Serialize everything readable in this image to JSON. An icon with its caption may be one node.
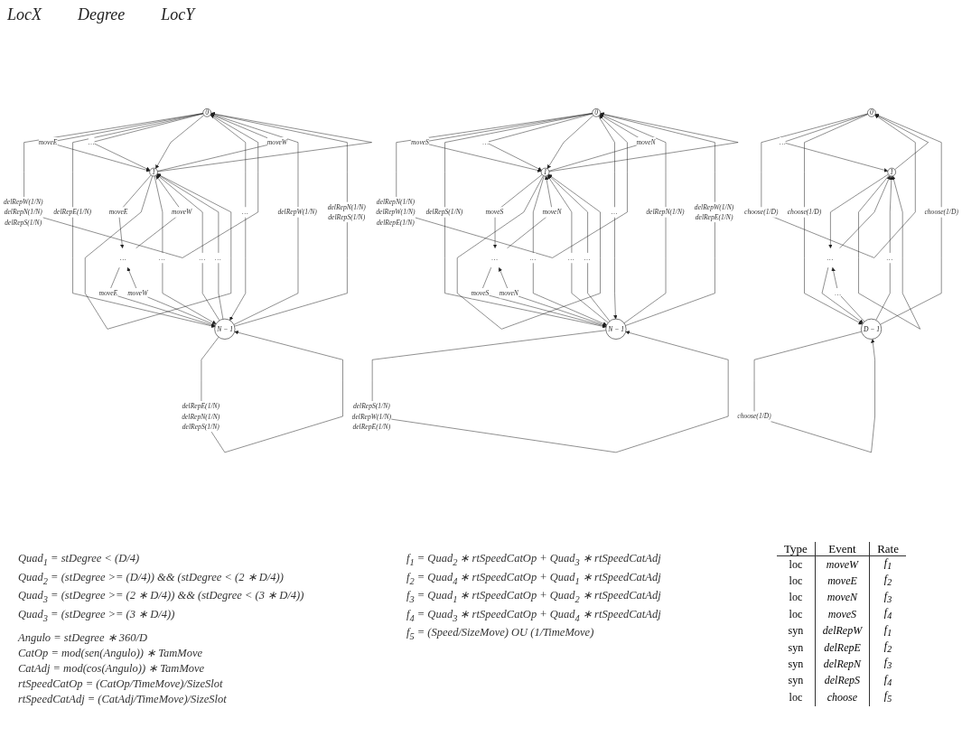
{
  "diagram": {
    "nodes": [
      {
        "text": [
          "0"
        ]
      },
      {
        "text": [
          "1"
        ]
      },
      {
        "text": [
          "…"
        ]
      },
      {
        "text": [
          "N − 1"
        ]
      },
      {
        "text": [
          "0"
        ]
      },
      {
        "text": [
          "1"
        ]
      },
      {
        "text": [
          "…"
        ]
      },
      {
        "text": [
          "N − 1"
        ]
      },
      {
        "text": [
          "0"
        ]
      },
      {
        "text": [
          "1"
        ]
      },
      {
        "text": [
          "…"
        ]
      },
      {
        "text": [
          "D − 1"
        ]
      }
    ],
    "edges": [
      {
        "from": 0,
        "to": 0,
        "arrow": "to",
        "label": "delRepW(1/N) delRepN(1/N) delRepS(1/N)"
      },
      {
        "from": 0,
        "to": 1,
        "arrow": "to",
        "label": "moveE"
      },
      {
        "from": 1,
        "to": 0,
        "arrow": "to",
        "label": "moveW"
      },
      {
        "from": 1,
        "to": 2,
        "arrow": "to",
        "label": "moveE"
      },
      {
        "from": 2,
        "to": 1,
        "arrow": "to",
        "label": "moveW"
      },
      {
        "from": 2,
        "to": 3,
        "arrow": "to",
        "label": "moveE"
      },
      {
        "from": 3,
        "to": 2,
        "arrow": "to",
        "label": "moveW"
      },
      {
        "from": 3,
        "to": 3,
        "arrow": "to",
        "label": "delRepE(1/N) delRepN(1/N) delRepS(1/N)"
      },
      {
        "from": 3,
        "to": 0,
        "arrow": "to",
        "label": "delRepW(1/N)"
      },
      {
        "from": 0,
        "to": 3,
        "arrow": "to",
        "label": "delRepE(1/N)"
      },
      {
        "from": 3,
        "to": 1,
        "arrow": "to",
        "label": "…"
      },
      {
        "from": 0,
        "to": 1,
        "arrow": "to",
        "label": "…"
      },
      {
        "from": 1,
        "to": 0,
        "arrow": "to"
      },
      {
        "from": 0,
        "to": 1,
        "arrow": "to"
      },
      {
        "from": 1,
        "to": 1,
        "arrow": "to"
      },
      {
        "from": 1,
        "to": 3,
        "arrow": "to",
        "label": "…"
      },
      {
        "from": 3,
        "to": 0,
        "arrow": "to",
        "label": "delRepN(1/N) delRepS(1/N)"
      },
      {
        "from": 0,
        "to": 3,
        "arrow": "to",
        "label": "…"
      },
      {
        "from": 3,
        "to": 1,
        "arrow": "to",
        "label": "…"
      },
      {
        "from": 4,
        "to": 4,
        "arrow": "to",
        "label": "delRepN(1/N) delRepW(1/N) delRepE(1/N)"
      },
      {
        "from": 4,
        "to": 5,
        "arrow": "to",
        "label": "moveS"
      },
      {
        "from": 5,
        "to": 4,
        "arrow": "to",
        "label": "moveN"
      },
      {
        "from": 5,
        "to": 6,
        "arrow": "to",
        "label": "moveS"
      },
      {
        "from": 6,
        "to": 5,
        "arrow": "to",
        "label": "moveN"
      },
      {
        "from": 6,
        "to": 7,
        "arrow": "to",
        "label": "moveS"
      },
      {
        "from": 7,
        "to": 6,
        "arrow": "to",
        "label": "moveN"
      },
      {
        "from": 7,
        "to": 7,
        "arrow": "to",
        "label": "delRepS(1/N) delRepW(1/N) delRepE(1/N)"
      },
      {
        "from": 7,
        "to": 4,
        "arrow": "to",
        "label": "delRepN(1/N)"
      },
      {
        "from": 4,
        "to": 7,
        "arrow": "to",
        "label": "delRepS(1/N)"
      },
      {
        "from": 7,
        "to": 5,
        "arrow": "to",
        "label": "…"
      },
      {
        "from": 4,
        "to": 5,
        "arrow": "to",
        "label": "…"
      },
      {
        "from": 5,
        "to": 4,
        "arrow": "to"
      },
      {
        "from": 4,
        "to": 5,
        "arrow": "to"
      },
      {
        "from": 5,
        "to": 5,
        "arrow": "to"
      },
      {
        "from": 5,
        "to": 7,
        "arrow": "to",
        "label": "…"
      },
      {
        "from": 7,
        "to": 4,
        "arrow": "to",
        "label": "delRepW(1/N) delRepE(1/N)"
      },
      {
        "from": 4,
        "to": 7,
        "arrow": "to",
        "label": "…"
      },
      {
        "from": 7,
        "to": 5,
        "arrow": "to",
        "label": "…"
      },
      {
        "from": 8,
        "to": 8,
        "arrow": "to",
        "label": "choose(1/D)"
      },
      {
        "from": 9,
        "to": 8,
        "arrow": "to"
      },
      {
        "from": 8,
        "to": 9,
        "arrow": "to",
        "label": "…"
      },
      {
        "from": 9,
        "to": 10,
        "arrow": "to"
      },
      {
        "from": 10,
        "to": 9,
        "arrow": "to"
      },
      {
        "from": 10,
        "to": 11,
        "arrow": "to"
      },
      {
        "from": 11,
        "to": 10,
        "arrow": "to",
        "label": "…"
      },
      {
        "from": 11,
        "to": 9,
        "arrow": "to",
        "label": "…"
      },
      {
        "from": 11,
        "to": 8,
        "arrow": "to",
        "label": "choose(1/D)"
      },
      {
        "from": 8,
        "to": 11,
        "arrow": "to",
        "label": "choose(1/D)"
      },
      {
        "from": 9,
        "to": 9,
        "arrow": "to"
      },
      {
        "from": 11,
        "to": 11,
        "arrow": "to",
        "label": "choose(1/D)"
      }
    ],
    "labels": [
      "LocX",
      "Degree",
      "LocY",
      "f$_{1}$ = Quad$_{2}$ ∗ rtSpeedCatOp + Quad$_{3}$ ∗ rtSpeedCatAdj",
      "f$_{2}$ = Quad$_{4}$ ∗ rtSpeedCatOp + Quad$_{1}$ ∗ rtSpeedCatAdj",
      "f$_{3}$ = Quad$_{1}$ ∗ rtSpeedCatOp + Quad$_{2}$ ∗ rtSpeedCatAdj",
      "f$_{4}$ = Quad$_{3}$ ∗ rtSpeedCatOp + Quad$_{4}$ ∗ rtSpeedCatAdj",
      "f$_{5}$ = (Speed/SizeMove) OU (1/TimeMove)",
      "Quad$_{1}$ = stDegree < (D/4)",
      "Quad$_{2}$ = (stDegree >= (D/4)) && (stDegree < (2 ∗ D/4))",
      "Quad$_{3}$ = (stDegree >= (2 ∗ D/4)) && (stDegree < (3 ∗ D/4))",
      "Quad$_{3}$ = (stDegree >= (3 ∗ D/4))",
      "Angulo = stDegree ∗ 360/D",
      "CatOp = mod(sen(Angulo)) ∗ TamMove",
      "CatAdj = mod(cos(Angulo)) ∗ TamMove",
      "rtSpeedCatOp = (CatOp/TimeMove)/SizeSlot",
      "rtSpeedCatAdj = (CatAdj/TimeMove)/SizeSlot",
      "Type",
      "Event",
      "Rate",
      "loc",
      "moveW",
      "f$_{1}$",
      "loc",
      "moveE",
      "f$_{2}$",
      "loc",
      "moveN",
      "f$_{3}$",
      "loc",
      "moveS",
      "f$_{4}$",
      "syn",
      "delRepW",
      "f$_{1}$",
      "syn",
      "delRepE",
      "f$_{2}$",
      "syn",
      "delRepN",
      "f$_{3}$",
      "syn",
      "delRepS",
      "f$_{4}$",
      "loc",
      "choose",
      "f$_{5}$"
    ]
  }
}
